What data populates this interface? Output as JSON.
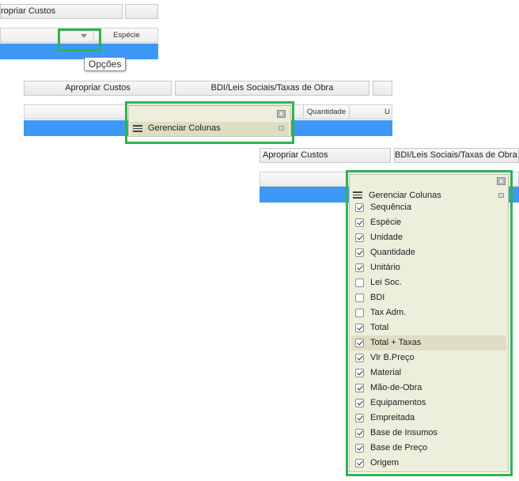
{
  "colors": {
    "selection": "#3d99f5",
    "highlight": "#2fb351",
    "panel_bg": "#eeeedc"
  },
  "step1": {
    "tab_label": "ropriar Custos",
    "column_header": "Espécie",
    "menu_arrow_icon": "dropdown-arrow-icon",
    "tooltip": "Opções"
  },
  "step2": {
    "tabs": [
      "Apropriar Custos",
      "BDI/Leis Sociais/Taxas de Obra"
    ],
    "column_headers": [
      "Quantidade",
      "U"
    ],
    "menu_item": "Gerenciar Colunas",
    "close_icon": "close-icon"
  },
  "step3": {
    "tabs": [
      "Apropriar Custos",
      "BDI/Leis Sociais/Taxas de Obra"
    ],
    "menu_item": "Gerenciar Colunas",
    "columns": [
      {
        "label": "Sequência",
        "checked": true
      },
      {
        "label": "Espécie",
        "checked": true
      },
      {
        "label": "Unidade",
        "checked": true
      },
      {
        "label": "Quantidade",
        "checked": true
      },
      {
        "label": "Unitário",
        "checked": true
      },
      {
        "label": "Lei Soc.",
        "checked": false
      },
      {
        "label": "BDI",
        "checked": false
      },
      {
        "label": "Tax Adm.",
        "checked": false
      },
      {
        "label": "Total",
        "checked": true
      },
      {
        "label": "Total + Taxas",
        "checked": true,
        "highlighted": true
      },
      {
        "label": "Vlr B.Preço",
        "checked": true
      },
      {
        "label": "Material",
        "checked": true
      },
      {
        "label": "Mão-de-Obra",
        "checked": true
      },
      {
        "label": "Equipamentos",
        "checked": true
      },
      {
        "label": "Empreitada",
        "checked": true
      },
      {
        "label": "Base de Insumos",
        "checked": true
      },
      {
        "label": "Base de Preço",
        "checked": true
      },
      {
        "label": "Origem",
        "checked": true
      }
    ]
  }
}
